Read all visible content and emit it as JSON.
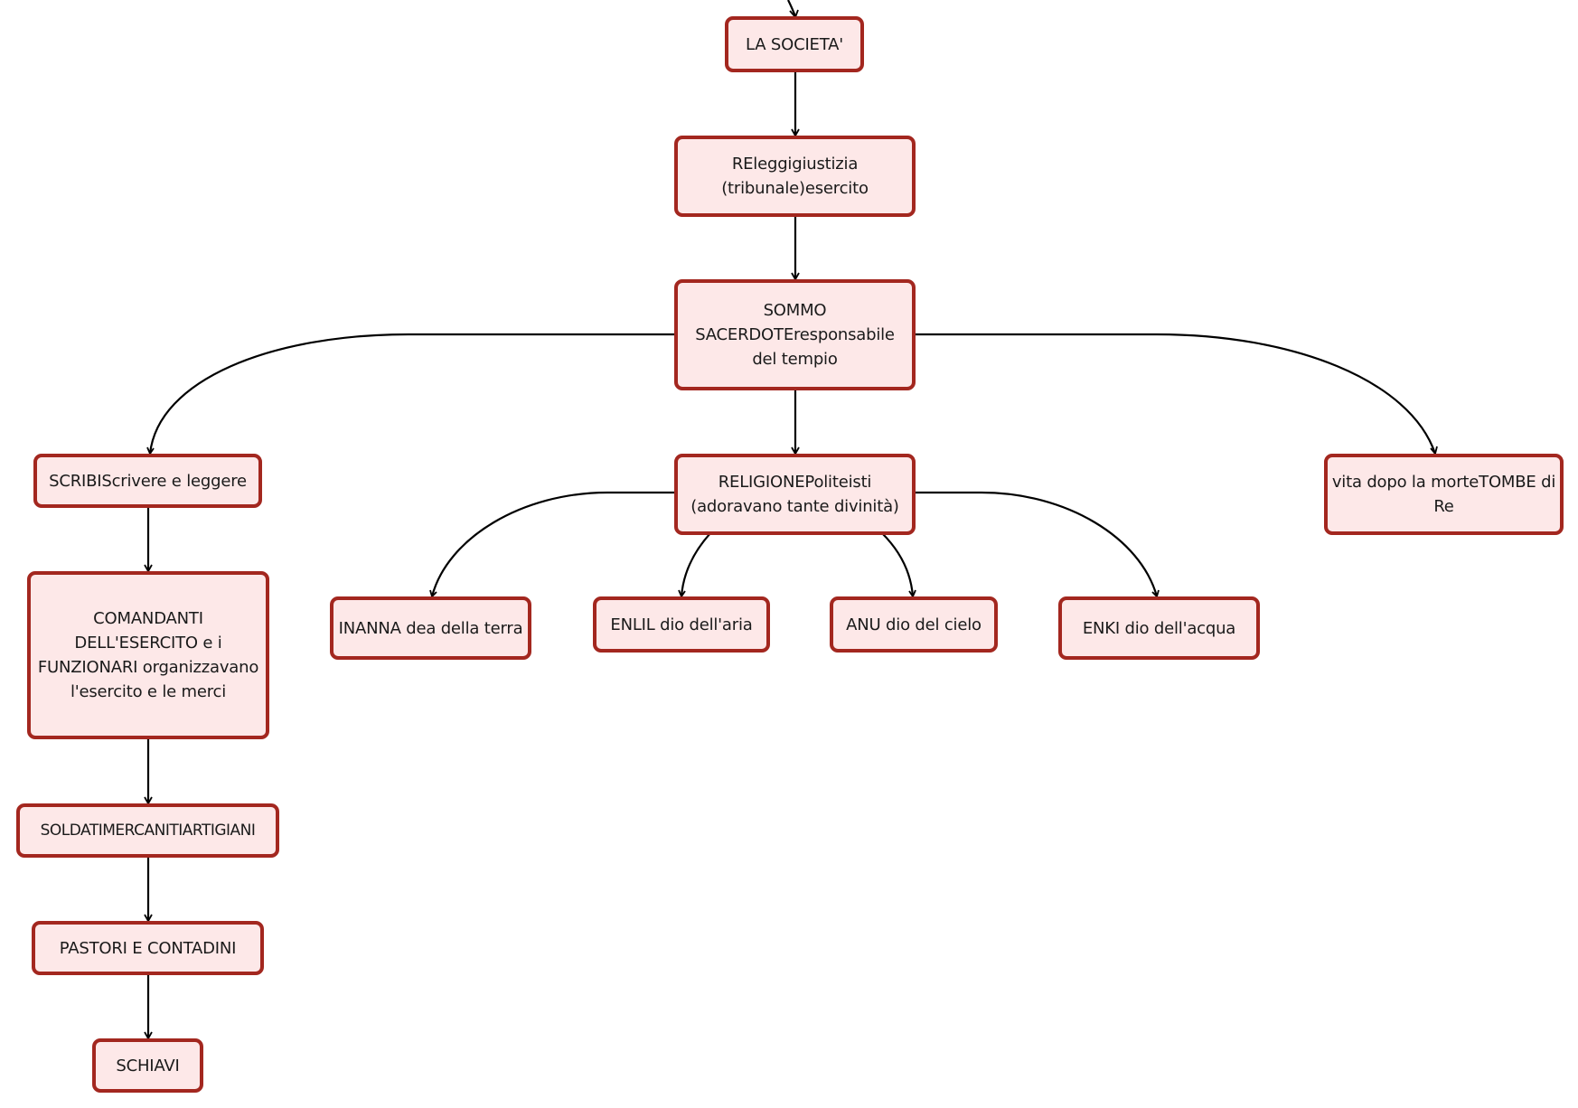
{
  "diagram": {
    "nodes": {
      "societa": "LA SOCIETA'",
      "re": "REleggigiustizia (tribunale)esercito",
      "sommo": "SOMMO SACERDOTEresponsabile del tempio",
      "scribi": "SCRIBIScrivere e leggere",
      "religione": "RELIGIONEPoliteisti (adoravano tante divinità)",
      "vita": "vita dopo la morteTOMBE di Re",
      "comandanti": "COMANDANTI DELL'ESERCITO e i FUNZIONARI organizzavano l'esercito e le merci",
      "inanna": "INANNA dea della terra",
      "enlil": "ENLIL dio dell'aria",
      "anu": "ANU dio del cielo",
      "enki": "ENKI dio dell'acqua",
      "soldati": "SOLDATIMERCANITIARTIGIANI",
      "pastori": "PASTORI E CONTADINI",
      "schiavi": "SCHIAVI"
    },
    "colors": {
      "node_fill": "#fde8e8",
      "node_border": "#a3271f",
      "edge": "#000000"
    }
  }
}
